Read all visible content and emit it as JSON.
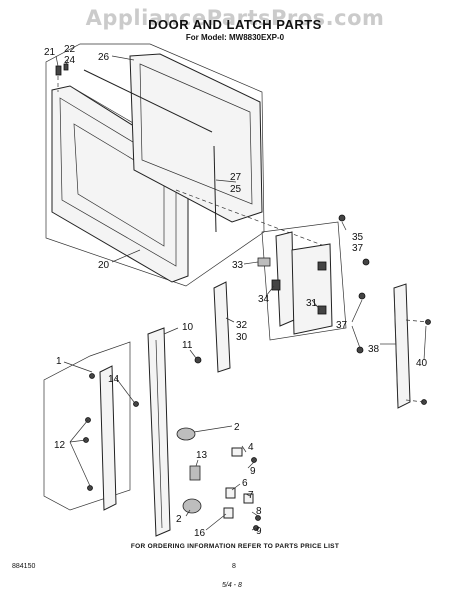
{
  "watermark": "AppliancePartsPros.com",
  "title": "DOOR AND LATCH PARTS",
  "subtitle": "For Model: MW8830EXP-0",
  "footer_note": "FOR ORDERING INFORMATION REFER TO PARTS PRICE LIST",
  "doc_code": "884150",
  "page_number": "8",
  "handwritten_mark": "5/4 - 8",
  "callouts": {
    "c21": "21",
    "c22": "22",
    "c24": "24",
    "c26": "26",
    "c27": "27",
    "c25": "25",
    "c20": "20",
    "c35": "35",
    "c37a": "37",
    "c33": "33",
    "c34": "34",
    "c31": "31",
    "c32": "32",
    "c30": "30",
    "c37b": "37",
    "c38": "38",
    "c40": "40",
    "c10": "10",
    "c11": "11",
    "c1": "1",
    "c14": "14",
    "c12": "12",
    "c2a": "2",
    "c4": "4",
    "c13": "13",
    "c9a": "9",
    "c6": "6",
    "c7": "7",
    "c8": "8",
    "c2b": "2",
    "c16": "16",
    "c9b": "9"
  }
}
